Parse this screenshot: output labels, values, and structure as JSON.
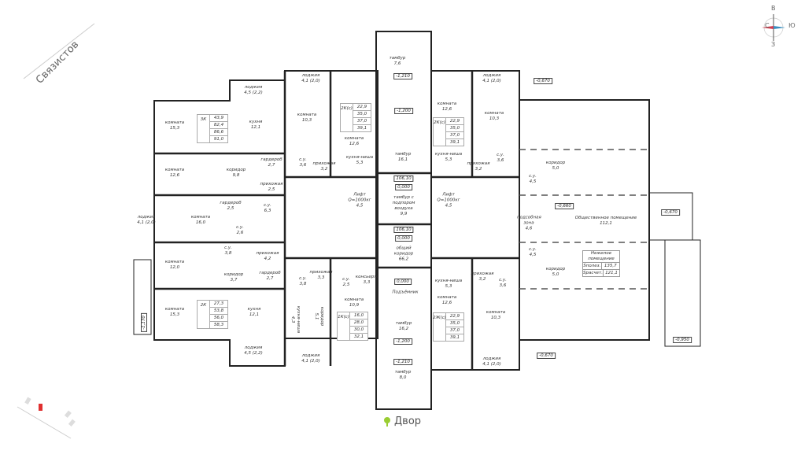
{
  "street_label": "Связистов",
  "yard_label": "Двор",
  "compass": {
    "north": "С",
    "east": "В",
    "south": "Ю",
    "west": "З"
  },
  "colors": {
    "wall": "#222222",
    "tree": "#9acd32",
    "marker_red": "#e03030",
    "compass_red": "#d04050",
    "compass_blue": "#3a8fc0"
  },
  "rooms": [
    {
      "name": "лоджия",
      "area": "4,5 (2,2)"
    },
    {
      "name": "лоджия",
      "area": "4,1 (2,0)"
    },
    {
      "name": "комната",
      "area": "15,3"
    },
    {
      "name": "кухня",
      "area": "12,1"
    },
    {
      "name": "комната",
      "area": "10,3"
    },
    {
      "name": "комната",
      "area": "12,6"
    },
    {
      "name": "комната",
      "area": "12,6"
    },
    {
      "name": "коридор",
      "area": "9,8"
    },
    {
      "name": "гардероб",
      "area": "2,7"
    },
    {
      "name": "с.у.",
      "area": "3,6"
    },
    {
      "name": "прихожая",
      "area": "3,2"
    },
    {
      "name": "кухня-ниша",
      "area": "5,3"
    },
    {
      "name": "прихожая",
      "area": "2,5"
    },
    {
      "name": "гардероб",
      "area": "2,5"
    },
    {
      "name": "с.у.",
      "area": "6,3"
    },
    {
      "name": "комната",
      "area": "16,0"
    },
    {
      "name": "лоджия",
      "area": "4,1 (2,0)"
    },
    {
      "name": "с.у.",
      "area": "2,6"
    },
    {
      "name": "с.у.",
      "area": "3,8"
    },
    {
      "name": "прихожая",
      "area": "4,2"
    },
    {
      "name": "комната",
      "area": "12,0"
    },
    {
      "name": "коридор",
      "area": "3,7"
    },
    {
      "name": "гардероб",
      "area": "2,7"
    },
    {
      "name": "с.у.",
      "area": "3,8"
    },
    {
      "name": "прихожая",
      "area": "3,3"
    },
    {
      "name": "с.у.",
      "area": "2,5"
    },
    {
      "name": "консьерж",
      "area": "3,3"
    },
    {
      "name": "комната",
      "area": "15,3"
    },
    {
      "name": "кухня",
      "area": "12,1"
    },
    {
      "name": "кухня-ниша",
      "area": "4,3"
    },
    {
      "name": "коридор",
      "area": "5,1"
    },
    {
      "name": "комната",
      "area": "10,9"
    },
    {
      "name": "лоджия",
      "area": "4,5 (2,2)"
    },
    {
      "name": "лоджия",
      "area": "4,1 (2,0)"
    },
    {
      "name": "тамбур",
      "area": "7,6"
    },
    {
      "name": "тамбур",
      "area": "16,1"
    },
    {
      "name": "Лифт",
      "area": "Q=1000кг"
    },
    {
      "name": "Лифт",
      "area": "Q=1000кг"
    },
    {
      "name": "тамбур с подпором воздуха",
      "area": "9,9"
    },
    {
      "name": "общий коридор",
      "area": "66,2"
    },
    {
      "name": "Подъёмник",
      "area": ""
    },
    {
      "name": "тамбур",
      "area": "16,2"
    },
    {
      "name": "тамбур",
      "area": "8,0"
    },
    {
      "name": "лоджия",
      "area": "4,1 (2,0)"
    },
    {
      "name": "комната",
      "area": "12,6"
    },
    {
      "name": "комната",
      "area": "10,3"
    },
    {
      "name": "кухня-ниша",
      "area": "5,3"
    },
    {
      "name": "прихожая",
      "area": "3,2"
    },
    {
      "name": "с.у.",
      "area": "3,6"
    },
    {
      "name": "коридор",
      "area": "5,0"
    },
    {
      "name": "с.у.",
      "area": "4,5"
    },
    {
      "name": "подсобная зона",
      "area": "4,6"
    },
    {
      "name": "Общественное помещение",
      "area": "112,1"
    },
    {
      "name": "с.у.",
      "area": "4,5"
    },
    {
      "name": "коридор",
      "area": "5,0"
    },
    {
      "name": "кухня-ниша",
      "area": "5,3"
    },
    {
      "name": "прихожая",
      "area": "3,2"
    },
    {
      "name": "с.у.",
      "area": "3,6"
    },
    {
      "name": "комната",
      "area": "12,6"
    },
    {
      "name": "комната",
      "area": "10,3"
    },
    {
      "name": "лоджия",
      "area": "4,1 (2,0)"
    }
  ],
  "lift_areas": [
    "4,5",
    "4,5"
  ],
  "levels": [
    "-1,210",
    "-1,200",
    "106,10",
    "0,000",
    "106,10",
    "0,000",
    "0,000",
    "-1,200",
    "-1,210",
    "-0,670",
    "-0,660",
    "-0,670",
    "-0,950",
    "-0,670",
    "-1,170"
  ],
  "apartments": [
    {
      "type": "3К",
      "values": [
        "43,9",
        "82,4",
        "86,6",
        "91,0"
      ]
    },
    {
      "type": "2К(с)",
      "values": [
        "22,9",
        "35,0",
        "37,0",
        "39,1"
      ]
    },
    {
      "type": "2К",
      "values": [
        "27,3",
        "53,8",
        "56,0",
        "58,3"
      ]
    },
    {
      "type": "1К(с)",
      "values": [
        "16,0",
        "28,0",
        "30,0",
        "32,1"
      ]
    },
    {
      "type": "2К(с)",
      "values": [
        "22,9",
        "35,0",
        "37,0",
        "39,1"
      ]
    },
    {
      "type": "2Ж(с)",
      "values": [
        "22,9",
        "35,0",
        "37,0",
        "39,1"
      ]
    }
  ],
  "nonresidential": {
    "title": "Нежилое помещение",
    "rows": [
      {
        "label": "Sполез.",
        "value": "135,7"
      },
      {
        "label": "Sрасчет.",
        "value": "121,1"
      }
    ]
  }
}
